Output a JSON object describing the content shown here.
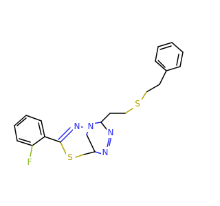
{
  "molecule": {
    "atoms": {
      "n_top": {
        "symbol": "N",
        "color": "#2a2af0"
      },
      "n_bridge": {
        "symbol": "N",
        "color": "#2a2af0"
      },
      "n_right_a": {
        "symbol": "N",
        "color": "#2a2af0"
      },
      "n_right_b": {
        "symbol": "N",
        "color": "#2a2af0"
      },
      "s_ring": {
        "symbol": "S",
        "color": "#b3a300"
      },
      "s_chain": {
        "symbol": "S",
        "color": "#b3a300"
      },
      "f": {
        "symbol": "F",
        "color": "#8ab820"
      }
    }
  }
}
